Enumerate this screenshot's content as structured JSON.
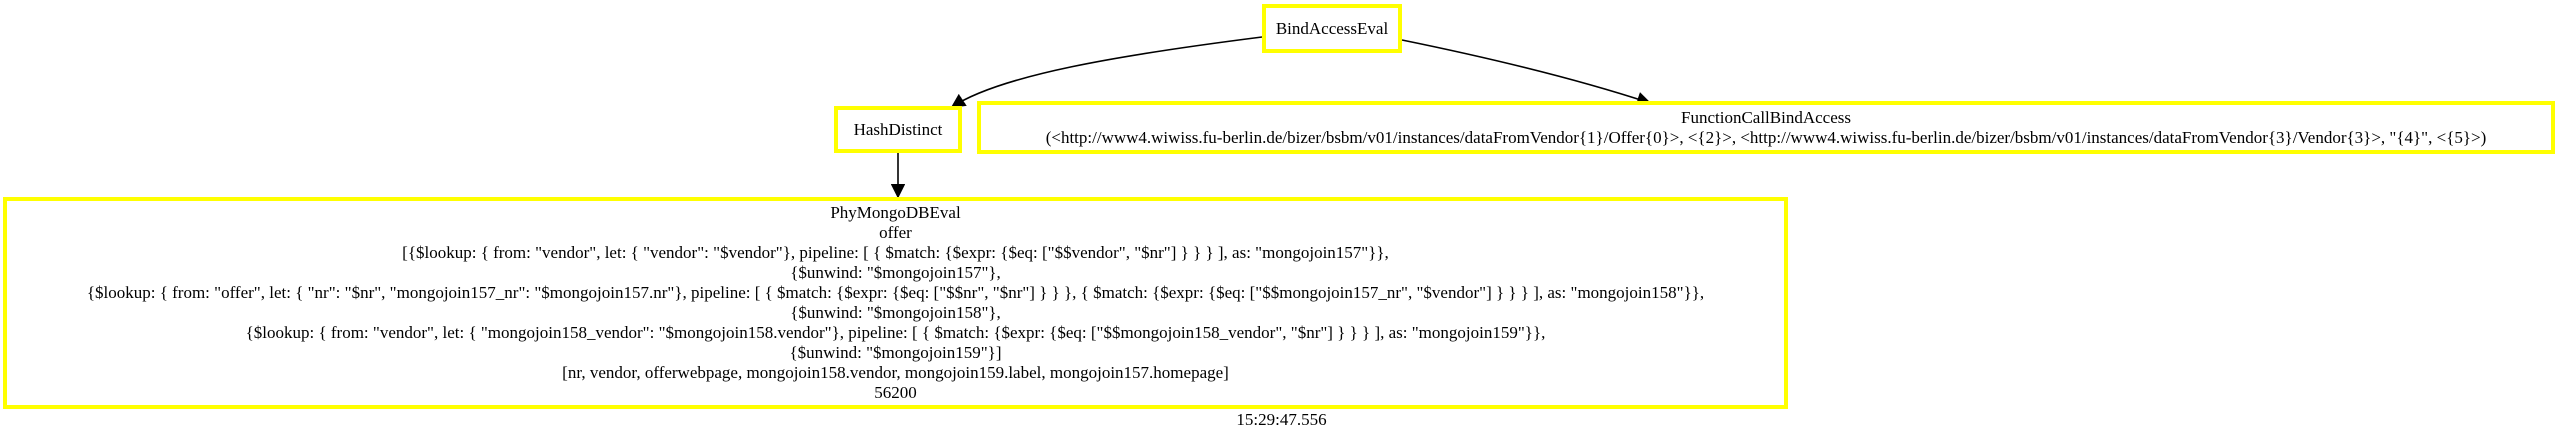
{
  "nodes": {
    "bind_access_eval": {
      "label": "BindAccessEval"
    },
    "hash_distinct": {
      "label": "HashDistinct"
    },
    "function_call_bind_access": {
      "label": "FunctionCallBindAccess",
      "detail": "(<http://www4.wiwiss.fu-berlin.de/bizer/bsbm/v01/instances/dataFromVendor{1}/Offer{0}>, <{2}>, <http://www4.wiwiss.fu-berlin.de/bizer/bsbm/v01/instances/dataFromVendor{3}/Vendor{3}>, \"{4}\", <{5}>)"
    },
    "phy_mongo_db_eval": {
      "label": "PhyMongoDBEval",
      "lines": [
        "offer",
        "[{$lookup: { from: \"vendor\", let: { \"vendor\": \"$vendor\"}, pipeline: [ { $match: {$expr: {$eq: [\"$$vendor\", \"$nr\"] } } } ], as: \"mongojoin157\"}},",
        "{$unwind: \"$mongojoin157\"},",
        "{$lookup: { from: \"offer\", let: { \"nr\": \"$nr\", \"mongojoin157_nr\": \"$mongojoin157.nr\"}, pipeline: [ { $match: {$expr: {$eq: [\"$$nr\", \"$nr\"] } } }, { $match: {$expr: {$eq: [\"$$mongojoin157_nr\", \"$vendor\"] } } } ], as: \"mongojoin158\"}},",
        "{$unwind: \"$mongojoin158\"},",
        "{$lookup: { from: \"vendor\", let: { \"mongojoin158_vendor\": \"$mongojoin158.vendor\"}, pipeline: [ { $match: {$expr: {$eq: [\"$$mongojoin158_vendor\", \"$nr\"] } } } ], as: \"mongojoin159\"}},",
        "{$unwind: \"$mongojoin159\"}]",
        "[nr, vendor, offerwebpage, mongojoin158.vendor, mongojoin159.label, mongojoin157.homepage]",
        "56200"
      ]
    }
  },
  "timestamp": "15:29:47.556",
  "colors": {
    "node_border": "#ffff00",
    "edge": "#000000"
  }
}
